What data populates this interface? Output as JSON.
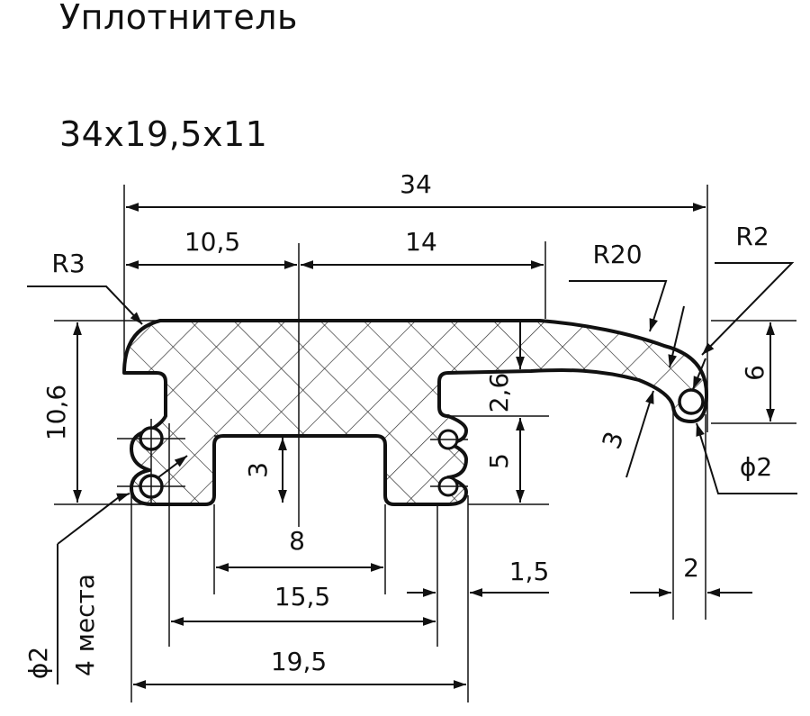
{
  "title": {
    "line1": "Уплотнитель",
    "line2": "34х19,5х11"
  },
  "dimensions": {
    "overall_width": "34",
    "left_width": "10,5",
    "mid_width": "14",
    "radius_left": "R3",
    "radius_arc": "R20",
    "radius_tip": "R2",
    "height_total": "10,6",
    "height_right": "6",
    "lip_thickness": "2,6",
    "groove_depth": "3",
    "foot_height": "5",
    "slot_width": "8",
    "inner_width": "15,5",
    "outer_width": "19,5",
    "rib_step": "1,5",
    "tip_width": "2",
    "tip_gap": "3",
    "hole_dia_right": "ϕ2",
    "hole_dia_left": "ϕ2",
    "hole_count": "4 места"
  }
}
